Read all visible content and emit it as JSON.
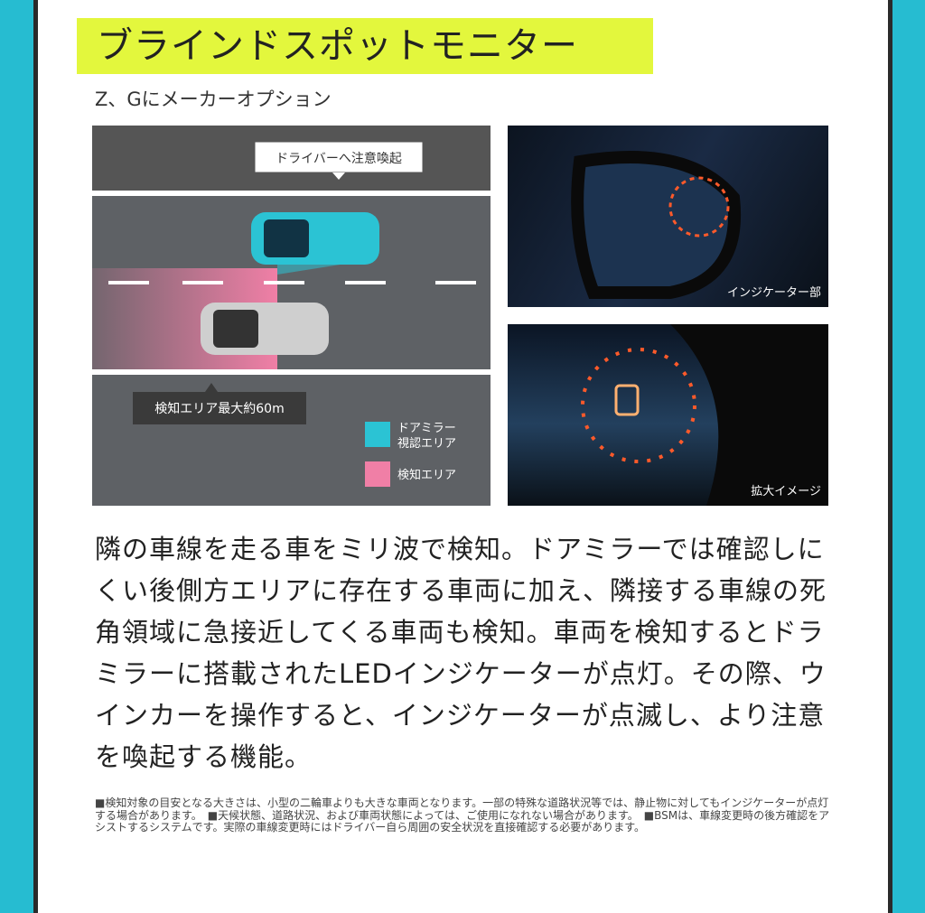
{
  "title": "ブラインドスポットモニター",
  "subtitle": "Z、Gにメーカーオプション",
  "diagram": {
    "callout_driver": "ドライバーへ注意喚起",
    "callout_range": "検知エリア最大約60m",
    "legend": [
      {
        "label_1": "ドアミラー",
        "label_2": "視認エリア",
        "color": "#2bc3d4"
      },
      {
        "label_1": "検知エリア",
        "color": "#f07fa6"
      }
    ]
  },
  "photos": {
    "indicator_caption": "インジケーター部",
    "zoom_caption": "拡大イメージ"
  },
  "body": "隣の車線を走る車をミリ波で検知。ドアミラーでは確認しにくい後側方エリアに存在する車両に加え、隣接する車線の死角領域に急接近してくる車両も検知。車両を検知するとドラミラーに搭載されたLEDインジケーターが点灯。その際、ウインカーを操作すると、インジケーターが点滅し、より注意を喚起する機能。",
  "note": "■検知対象の目安となる大きさは、小型の二輪車よりも大きな車両となります。一部の特殊な道路状況等では、静止物に対してもインジケーターが点灯する場合があります。　■天候状態、道路状況、および車両状態によっては、ご使用になれない場合があります。　■BSMは、車線変更時の後方確認をアシストするシステムです。実際の車線変更時にはドライバー自ら周囲の安全状況を直接確認する必要があります。"
}
